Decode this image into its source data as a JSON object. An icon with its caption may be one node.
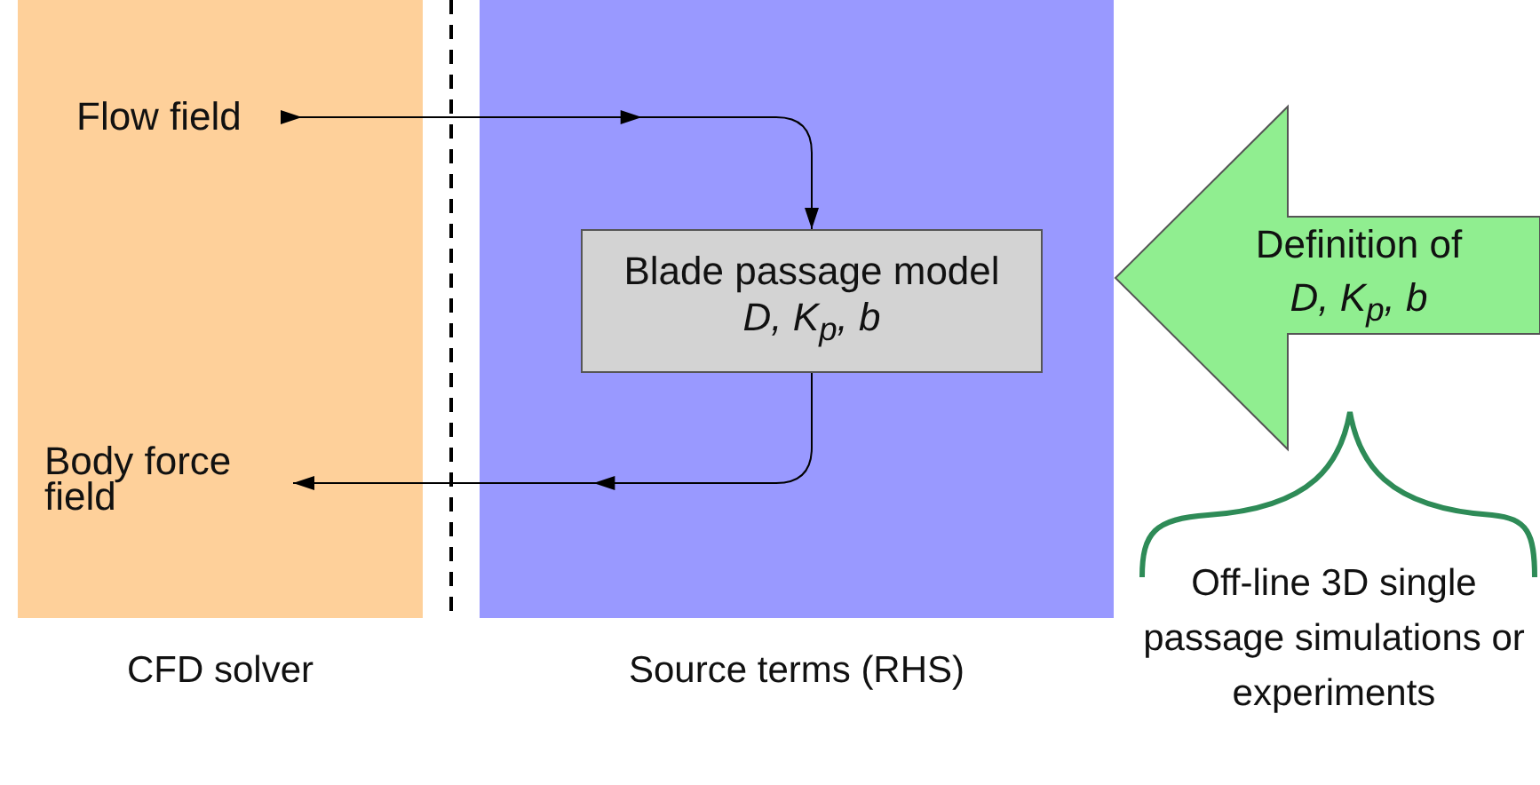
{
  "diagram": {
    "nodes": [
      {
        "text": [
          "CFD solver"
        ]
      },
      {
        "text": [
          "Source terms (RHS)"
        ]
      },
      {
        "text": [
          "Flow field"
        ],
        "in": 0
      },
      {
        "text": [
          "Body force field"
        ],
        "in": 0
      },
      {
        "text": [
          "Blade passage model",
          "D, K$_{p}$, b"
        ],
        "in": 1
      },
      {
        "text": [
          "Definition of",
          "D, K$_{p}$, b"
        ]
      }
    ],
    "edges": [
      {
        "from": 2,
        "to": 4,
        "arrow": "to"
      },
      {
        "from": 4,
        "to": 3,
        "arrow": "to"
      }
    ],
    "labels": [
      "Off-line 3D single passage simulations or experiments"
    ]
  }
}
